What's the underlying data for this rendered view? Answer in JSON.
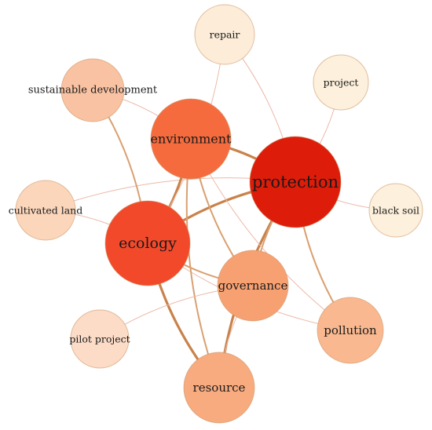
{
  "nodes": [
    {
      "id": "protection",
      "label": "protection",
      "fill": "#de1c0a"
    },
    {
      "id": "ecology",
      "label": "ecology",
      "fill": "#f2492a"
    },
    {
      "id": "environment",
      "label": "environment",
      "fill": "#f56b3e"
    },
    {
      "id": "governance",
      "label": "governance",
      "fill": "#f7a172"
    },
    {
      "id": "resource",
      "label": "resource",
      "fill": "#f8ab7f"
    },
    {
      "id": "pollution",
      "label": "pollution",
      "fill": "#f9b88f"
    },
    {
      "id": "sustainable_development",
      "label": "sustainable development",
      "fill": "#f9c3a3"
    },
    {
      "id": "cultivated_land",
      "label": "cultivated land",
      "fill": "#fbd6bb"
    },
    {
      "id": "pilot_project",
      "label": "pilot project",
      "fill": "#fcdcc7"
    },
    {
      "id": "repair",
      "label": "repair",
      "fill": "#fcecd8"
    },
    {
      "id": "project",
      "label": "project",
      "fill": "#fdf0dc"
    },
    {
      "id": "black_soil",
      "label": "black soil",
      "fill": "#fdf0dc"
    }
  ],
  "edges": [
    {
      "source": "protection",
      "target": "ecology",
      "strength": "strong"
    },
    {
      "source": "protection",
      "target": "environment",
      "strength": "strong"
    },
    {
      "source": "protection",
      "target": "resource",
      "strength": "strong"
    },
    {
      "source": "protection",
      "target": "governance",
      "strength": "medium"
    },
    {
      "source": "protection",
      "target": "pollution",
      "strength": "medium"
    },
    {
      "source": "protection",
      "target": "black_soil",
      "strength": "weak"
    },
    {
      "source": "protection",
      "target": "project",
      "strength": "weak"
    },
    {
      "source": "protection",
      "target": "cultivated_land",
      "strength": "weak"
    },
    {
      "source": "ecology",
      "target": "environment",
      "strength": "strong"
    },
    {
      "source": "ecology",
      "target": "resource",
      "strength": "strong"
    },
    {
      "source": "ecology",
      "target": "governance",
      "strength": "medium"
    },
    {
      "source": "ecology",
      "target": "pollution",
      "strength": "weak"
    },
    {
      "source": "ecology",
      "target": "sustainable_development",
      "strength": "medium"
    },
    {
      "source": "ecology",
      "target": "cultivated_land",
      "strength": "weak"
    },
    {
      "source": "ecology",
      "target": "repair",
      "strength": "weak"
    },
    {
      "source": "environment",
      "target": "governance",
      "strength": "medium"
    },
    {
      "source": "environment",
      "target": "resource",
      "strength": "medium"
    },
    {
      "source": "environment",
      "target": "sustainable_development",
      "strength": "weak"
    },
    {
      "source": "environment",
      "target": "pollution",
      "strength": "weak"
    },
    {
      "source": "governance",
      "target": "resource",
      "strength": "weak"
    },
    {
      "source": "governance",
      "target": "pilot_project",
      "strength": "weak"
    },
    {
      "source": "protection",
      "target": "repair",
      "strength": "weak"
    }
  ],
  "colors": {
    "edge_strong": "#c9824a",
    "edge_medium": "#d9a070",
    "edge_weak": "#ebb9a8",
    "node_border": "#c98f5f"
  }
}
